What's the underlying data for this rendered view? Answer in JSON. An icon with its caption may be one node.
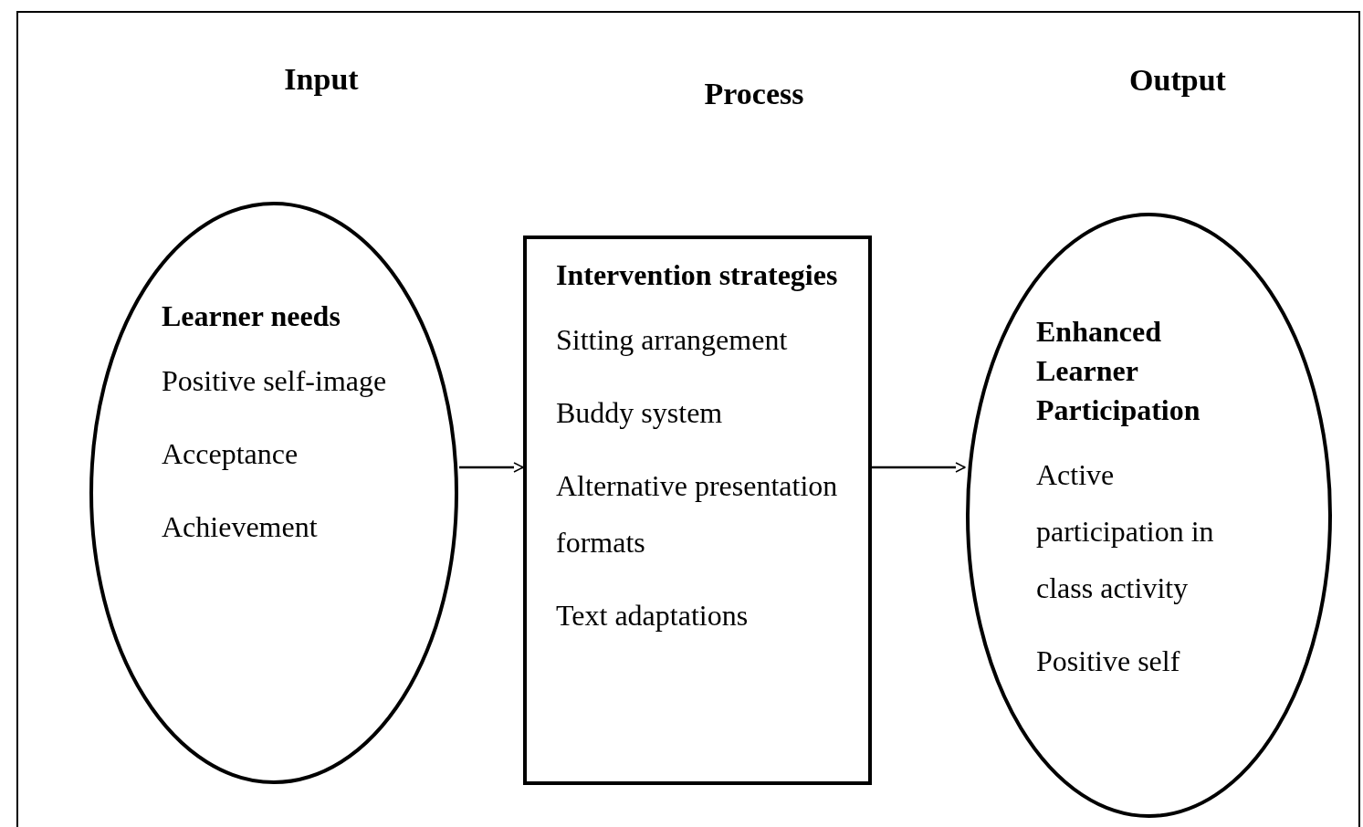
{
  "diagram": {
    "nodes": [
      {
        "text": [
          "Learner needs",
          "Positive self-image",
          "Acceptance",
          "Achievement"
        ]
      },
      {
        "text": [
          "Intervention strategies",
          "Sitting arrangement",
          "Buddy system",
          "Alternative presentation formats",
          "Text adaptations"
        ]
      },
      {
        "text": [
          "Enhanced Learner Participation",
          "Active participation in class activity",
          "Positive self"
        ]
      }
    ],
    "edges": [
      {
        "from": 0,
        "to": 1,
        "arrow": "to"
      },
      {
        "from": 1,
        "to": 2,
        "arrow": "to"
      }
    ],
    "labels": [
      "Input",
      "Process",
      "Output"
    ]
  }
}
